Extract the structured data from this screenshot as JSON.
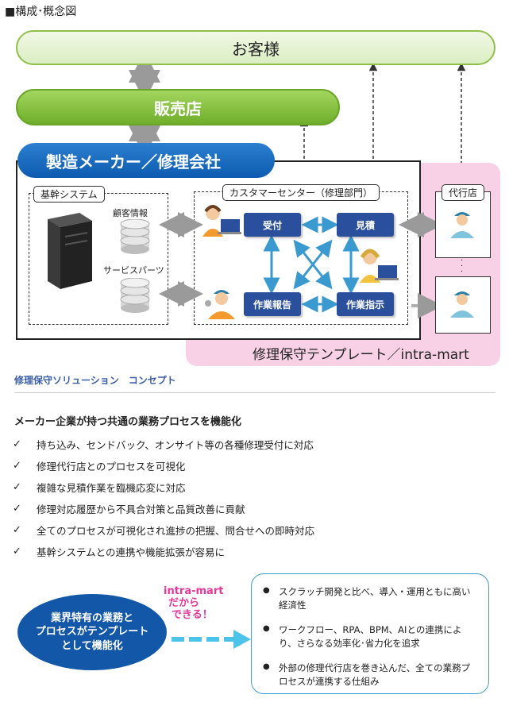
{
  "header": {
    "title": "■構成･概念図"
  },
  "diagram": {
    "customer": "お客様",
    "sales_shop": "販売店",
    "maker": "製造メーカー／修理会社",
    "core_system": {
      "label": "基幹システム",
      "db1": "顧客情報",
      "db2": "サービスパーツ"
    },
    "customer_center": {
      "label": "カスタマーセンター（修理部門）",
      "tasks": {
        "reception": "受付",
        "estimate": "見積",
        "report": "作業報告",
        "instruction": "作業指示"
      }
    },
    "agency": "代行店",
    "template_label": "修理保守テンプレート／intra-mart",
    "colors": {
      "green": "#6fae2b",
      "blue": "#0c5bb0",
      "pink": "#f8d1e6",
      "navy": "#2a4f9c",
      "arrow": "#3a9ad0"
    }
  },
  "solution": {
    "title": "修理保守ソリューション　コンセプト",
    "heading": "メーカー企業が持つ共通の業務プロセスを機能化",
    "bullets": [
      "持ち込み、センドバック、オンサイト等の各種修理受付に対応",
      "修理代行店とのプロセスを可視化",
      "複雑な見積作業を臨機応変に対応",
      "修理対応履歴から不具合対策と品質改善に貢献",
      "全てのプロセスが可視化され進捗の把握、問合せへの即時対応",
      "基幹システムとの連携や機能拡張が容易に"
    ],
    "check_mark": "✓"
  },
  "bottom": {
    "oval_line1": "業界特有の業務と",
    "oval_line2": "プロセスがテンプレート",
    "oval_line3": "として機能化",
    "pink_line1": "intra-mart",
    "pink_line2": "だから",
    "pink_line3": "できる！",
    "points": [
      "スクラッチ開発と比べ、導入・運用ともに高い経済性",
      "ワークフロー、RPA、BPM、AIとの連携により、さらなる効率化･省力化を追求",
      "外部の修理代行店を巻き込んだ、全ての業務プロセスが連携する仕組み"
    ]
  }
}
